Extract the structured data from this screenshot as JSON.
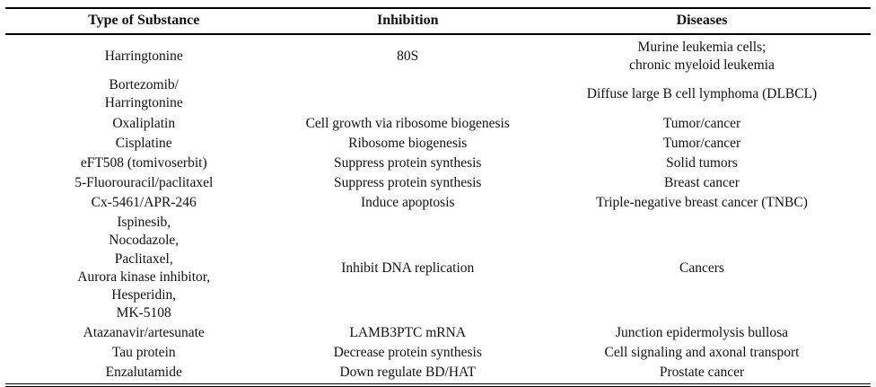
{
  "table": {
    "headers": [
      "Type of Substance",
      "Inhibition",
      "Diseases"
    ],
    "rows": [
      [
        "Harringtonine",
        "80S",
        "Murine leukemia cells;\nchronic myeloid leukemia"
      ],
      [
        "Bortezomib/\nHarringtonine",
        "",
        "Diffuse large B cell lymphoma (DLBCL)"
      ],
      [
        "Oxaliplatin",
        "Cell growth via ribosome biogenesis",
        "Tumor/cancer"
      ],
      [
        "Cisplatine",
        "Ribosome biogenesis",
        "Tumor/cancer"
      ],
      [
        "eFT508 (tomivoserbit)",
        "Suppress protein synthesis",
        "Solid tumors"
      ],
      [
        "5-Fluorouracil/paclitaxel",
        "Suppress protein synthesis",
        "Breast cancer"
      ],
      [
        "Cx-5461/APR-246",
        "Induce apoptosis",
        "Triple-negative breast cancer (TNBC)"
      ],
      [
        "Ispinesib,\nNocodazole,\nPaclitaxel,\nAurora kinase inhibitor,\nHesperidin,\nMK-5108",
        "Inhibit DNA replication",
        "Cancers"
      ],
      [
        "Atazanavir/artesunate",
        "LAMB3PTC mRNA",
        "Junction epidermolysis bullosa"
      ],
      [
        "Tau protein",
        "Decrease protein synthesis",
        "Cell signaling and axonal transport"
      ],
      [
        "Enzalutamide",
        "Down regulate BD/HAT",
        "Prostate cancer"
      ]
    ]
  }
}
